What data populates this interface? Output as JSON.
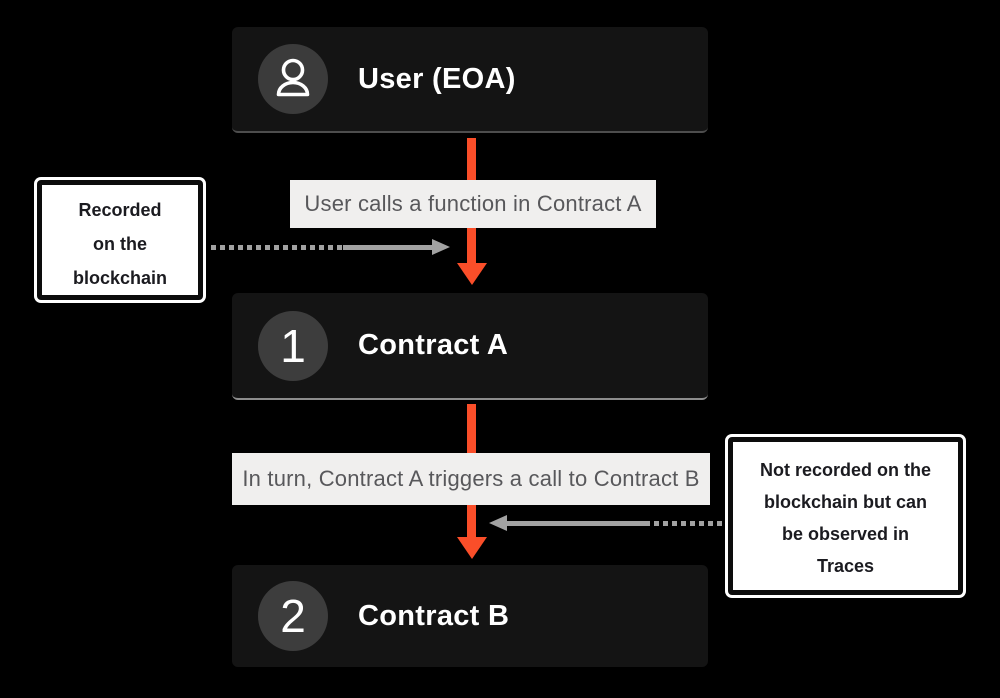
{
  "canvas": {
    "background": "#000000",
    "node_bg": "#141414",
    "accent_orange": "#FA4E29",
    "arrow_gray": "#A2A2A2",
    "label_bg": "#F0EFEE",
    "label_text": "#58585B"
  },
  "nodes": {
    "user": {
      "title": "User (EOA)",
      "icon": "person-icon"
    },
    "contract_a": {
      "title": "Contract A",
      "badge": "1"
    },
    "contract_b": {
      "title": "Contract B",
      "badge": "2"
    }
  },
  "flow_labels": {
    "step1": "User calls a function in Contract A",
    "step2": "In turn, Contract A triggers a call to Contract B"
  },
  "callouts": {
    "left": {
      "lines": [
        "Recorded",
        "on the",
        "blockchain"
      ]
    },
    "right": {
      "lines": [
        "Not recorded on the",
        "blockchain but can",
        "be observed in",
        "Traces"
      ]
    }
  }
}
